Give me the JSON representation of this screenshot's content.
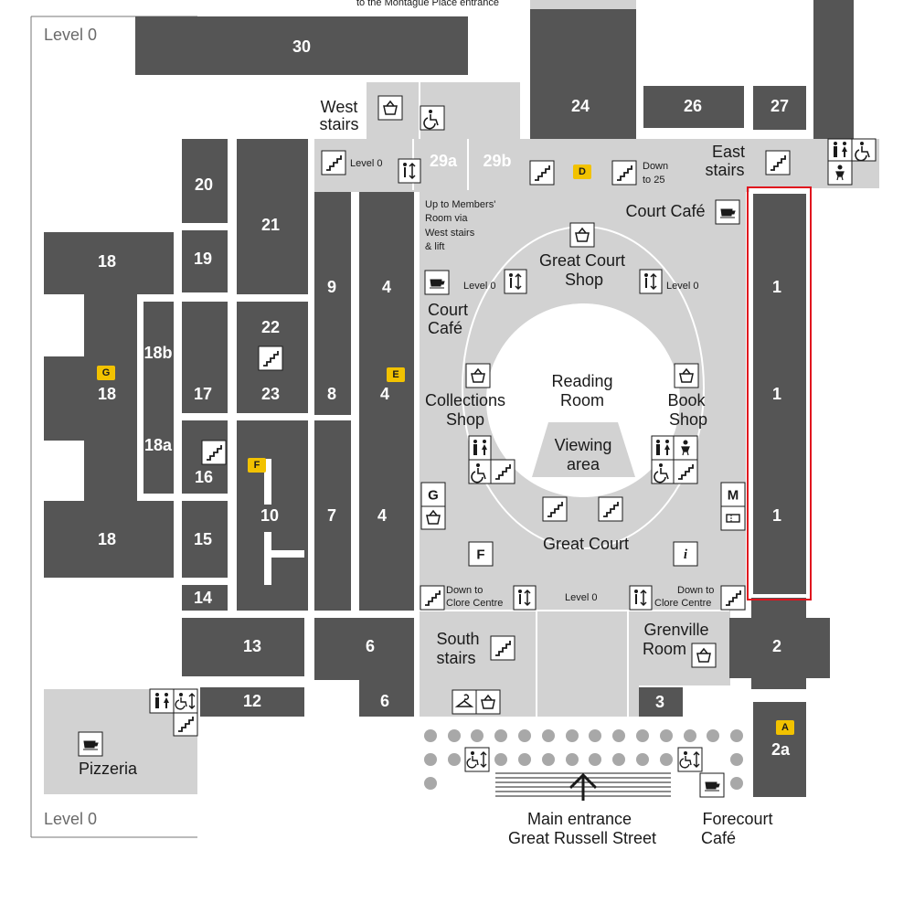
{
  "map": {
    "level_top": "Level 0",
    "level_bottom": "Level 0",
    "top_note": "to the Montague Place entrance",
    "colors": {
      "room": "#555555",
      "open_area": "#d2d2d2",
      "highlight": "#e0141e",
      "tag": "#f2c200"
    }
  },
  "rooms": {
    "r30": "30",
    "r24": "24",
    "r26": "26",
    "r27": "27",
    "r20": "20",
    "r21": "21",
    "r19": "19",
    "r18a_top": "18",
    "r18_mid": "18",
    "r18_bottom": "18",
    "r18b": "18b",
    "r18a": "18a",
    "r17": "17",
    "r22": "22",
    "r23": "23",
    "r16": "16",
    "r15": "15",
    "r14": "14",
    "r10": "10",
    "r9": "9",
    "r8": "8",
    "r7": "7",
    "r4_top": "4",
    "r4_mid": "4",
    "r4_bottom": "4",
    "r13": "13",
    "r12": "12",
    "r6_a": "6",
    "r6_b": "6",
    "r3": "3",
    "r29a": "29a",
    "r29b": "29b",
    "r1_top": "1",
    "r1_mid": "1",
    "r1_bottom": "1",
    "r2": "2",
    "r2a": "2a"
  },
  "labels": {
    "west_stairs_1": "West",
    "west_stairs_2": "stairs",
    "east_stairs_1": "East",
    "east_stairs_2": "stairs",
    "court_cafe_top": "Court Café",
    "great_court_shop_1": "Great Court",
    "great_court_shop_2": "Shop",
    "court_cafe_left_1": "Court",
    "court_cafe_left_2": "Café",
    "reading_room_1": "Reading",
    "reading_room_2": "Room",
    "viewing_area_1": "Viewing",
    "viewing_area_2": "area",
    "collections_shop_1": "Collections",
    "collections_shop_2": "Shop",
    "book_shop_1": "Book",
    "book_shop_2": "Shop",
    "great_court": "Great Court",
    "south_stairs_1": "South",
    "south_stairs_2": "stairs",
    "grenville_room_1": "Grenville",
    "grenville_room_2": "Room",
    "pizzeria": "Pizzeria",
    "main_entrance_1": "Main entrance",
    "main_entrance_2": "Great Russell Street",
    "forecourt_cafe_1": "Forecourt",
    "forecourt_cafe_2": "Café",
    "members_room_1": "Up to Members'",
    "members_room_2": "Room via",
    "members_room_3": "West stairs",
    "members_room_4": "& lift",
    "down_to_25_1": "Down",
    "down_to_25_2": "to 25",
    "down_clore_left_1": "Down to",
    "down_clore_left_2": "Clore Centre",
    "down_clore_right_1": "Down to",
    "down_clore_right_2": "Clore Centre",
    "level0_west": "Level 0",
    "level0_shop_left": "Level 0",
    "level0_shop_right": "Level 0",
    "level0_bottom": "Level 0"
  },
  "tags": {
    "A": "A",
    "D": "D",
    "E": "E",
    "F": "F",
    "G": "G"
  },
  "icons": {
    "F_box": "F",
    "G_box": "G",
    "M_box": "M",
    "info_box": "i"
  }
}
